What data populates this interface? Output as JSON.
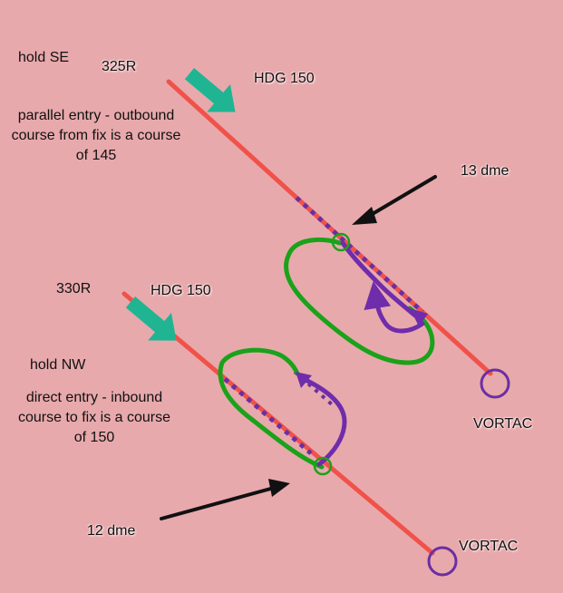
{
  "colors": {
    "background": "#e8a9ac",
    "radial": "#f0524a",
    "dashed": "#6a2fa3",
    "path_green": "#1aa21a",
    "entry_purple": "#6f2cab",
    "heading_arrow": "#1fb593",
    "pointer_arrow": "#111111",
    "vortac_circle": "#6a2fa3"
  },
  "upper": {
    "hold_label": "hold SE",
    "radial_label": "325R",
    "heading_label": "HDG 150",
    "entry_description": "parallel entry - outbound course from fix is a course of 145",
    "dme_label": "13 dme",
    "station_label": "VORTAC"
  },
  "lower": {
    "radial_label": "330R",
    "heading_label": "HDG 150",
    "hold_label": "hold NW",
    "entry_description": "direct entry - inbound course to fix is a course of 150",
    "dme_label": "12 dme",
    "station_label": "VORTAC"
  },
  "icons": [
    "heading-arrow-icon",
    "pointer-arrow-icon",
    "vortac-icon",
    "fix-marker-icon"
  ]
}
